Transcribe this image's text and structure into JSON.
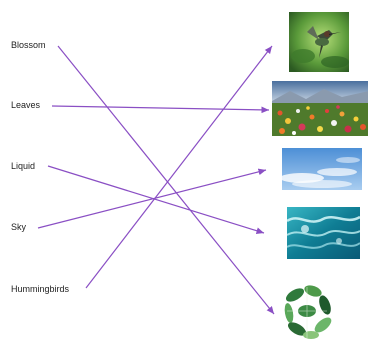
{
  "words": [
    {
      "id": "blossom",
      "label": "Blossom"
    },
    {
      "id": "leaves",
      "label": "Leaves"
    },
    {
      "id": "liquid",
      "label": "Liquid"
    },
    {
      "id": "sky",
      "label": "Sky"
    },
    {
      "id": "hummingbirds",
      "label": "Hummingbirds"
    }
  ],
  "images": [
    {
      "id": "hummingbird",
      "icon": "hummingbird-photo"
    },
    {
      "id": "flowers",
      "icon": "flower-meadow-photo"
    },
    {
      "id": "sky",
      "icon": "blue-sky-photo"
    },
    {
      "id": "water",
      "icon": "turquoise-water-photo"
    },
    {
      "id": "leaves",
      "icon": "green-leaves-photo"
    }
  ],
  "connections": [
    {
      "from": "Blossom",
      "to": "green-leaves-photo"
    },
    {
      "from": "Leaves",
      "to": "flower-meadow-photo"
    },
    {
      "from": "Liquid",
      "to": "turquoise-water-photo"
    },
    {
      "from": "Sky",
      "to": "blue-sky-photo"
    },
    {
      "from": "Hummingbirds",
      "to": "hummingbird-photo"
    }
  ],
  "colors": {
    "line": "#8a4fc4",
    "text": "#222222"
  }
}
